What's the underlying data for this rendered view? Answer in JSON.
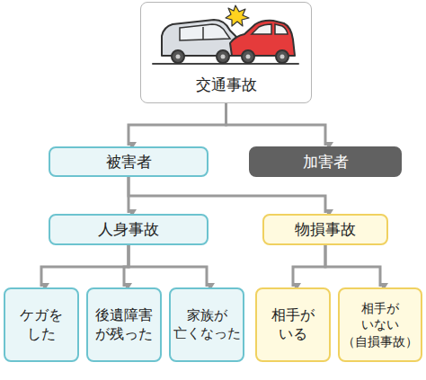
{
  "diagram": {
    "nodes": [
      {
        "text": [
          "交通事故"
        ]
      },
      {
        "text": [
          "被害者"
        ]
      },
      {
        "text": [
          "加害者"
        ]
      },
      {
        "text": [
          "人身事故"
        ]
      },
      {
        "text": [
          "物損事故"
        ]
      },
      {
        "text": [
          "ケガを した"
        ]
      },
      {
        "text": [
          "後遺障害 が残った"
        ]
      },
      {
        "text": [
          "家族が 亡くなった"
        ]
      },
      {
        "text": [
          "相手が いる"
        ]
      },
      {
        "text": [
          "相手が いない （自損事故）"
        ]
      }
    ],
    "edges": [
      {
        "from": 0,
        "to": 1,
        "arrow": "to"
      },
      {
        "from": 0,
        "to": 2,
        "arrow": "to"
      },
      {
        "from": 1,
        "to": 3,
        "arrow": "to"
      },
      {
        "from": 1,
        "to": 4,
        "arrow": "to"
      },
      {
        "from": 3,
        "to": 5,
        "arrow": "to"
      },
      {
        "from": 3,
        "to": 6,
        "arrow": "to"
      },
      {
        "from": 3,
        "to": 7,
        "arrow": "to"
      },
      {
        "from": 4,
        "to": 8,
        "arrow": "to"
      },
      {
        "from": 4,
        "to": 9,
        "arrow": "to"
      }
    ]
  }
}
